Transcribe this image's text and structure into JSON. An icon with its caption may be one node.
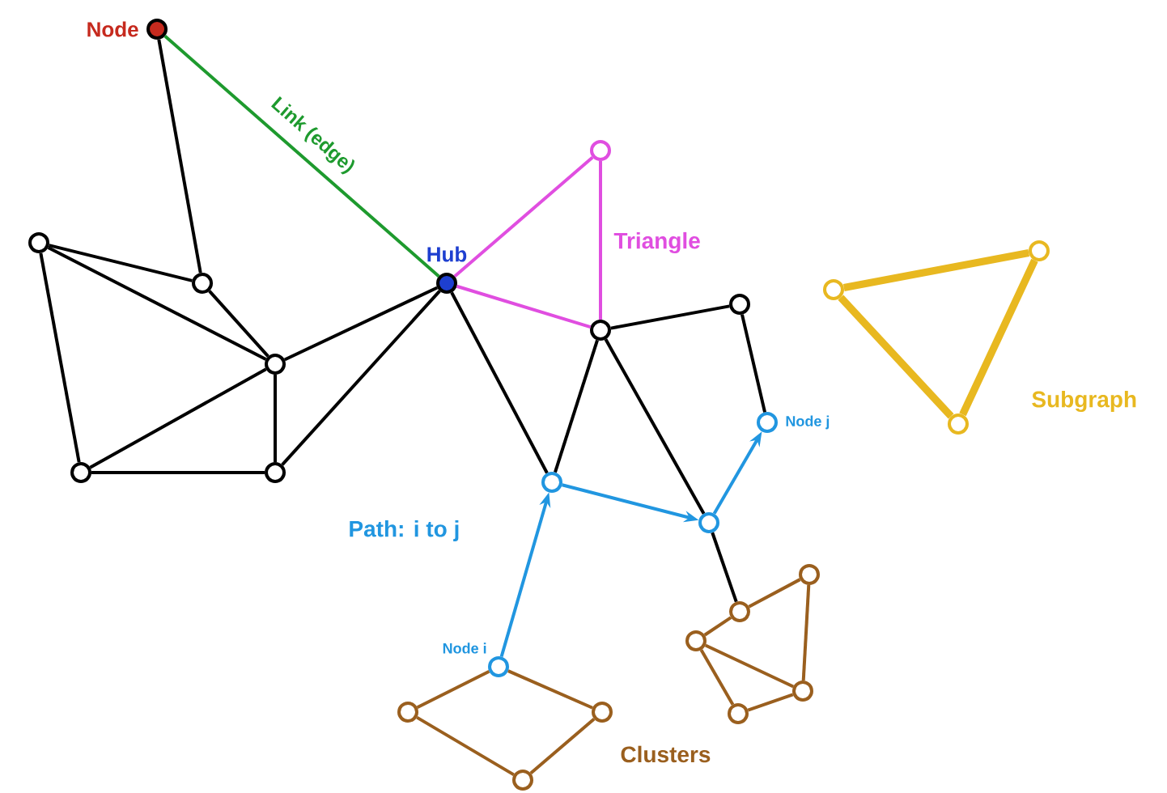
{
  "diagram": {
    "nodes": [
      {
        "text": [],
        "shape": "circle",
        "beside": [
          "Node"
        ]
      },
      {
        "text": [],
        "shape": "circle"
      },
      {
        "text": [],
        "shape": "circle"
      },
      {
        "text": [],
        "shape": "circle"
      },
      {
        "text": [],
        "shape": "circle"
      },
      {
        "text": [],
        "shape": "circle"
      },
      {
        "text": [],
        "shape": "circle",
        "beside": [
          "Hub"
        ]
      },
      {
        "text": [],
        "shape": "circle"
      },
      {
        "text": [],
        "shape": "circle"
      },
      {
        "text": [],
        "shape": "circle"
      },
      {
        "text": [],
        "shape": "circle"
      },
      {
        "text": [],
        "shape": "circle"
      },
      {
        "text": [],
        "shape": "circle",
        "beside": [
          "Node j"
        ]
      },
      {
        "text": [],
        "shape": "circle",
        "beside": [
          "Node i"
        ]
      },
      {
        "text": [],
        "shape": "circle"
      },
      {
        "text": [],
        "shape": "circle"
      },
      {
        "text": [],
        "shape": "circle"
      },
      {
        "text": [],
        "shape": "circle"
      },
      {
        "text": [],
        "shape": "circle"
      },
      {
        "text": [],
        "shape": "circle"
      },
      {
        "text": [],
        "shape": "circle"
      },
      {
        "text": [],
        "shape": "circle"
      },
      {
        "text": [],
        "shape": "circle"
      },
      {
        "text": [],
        "shape": "circle"
      },
      {
        "text": [],
        "shape": "circle"
      }
    ],
    "edges": [
      {
        "from": 0,
        "to": 6,
        "arrow": "none",
        "color": "#1e9a2e",
        "label": "Link (edge)"
      },
      {
        "from": 0,
        "to": 2,
        "arrow": "none"
      },
      {
        "from": 1,
        "to": 2,
        "arrow": "none"
      },
      {
        "from": 1,
        "to": 3,
        "arrow": "none"
      },
      {
        "from": 1,
        "to": 4,
        "arrow": "none"
      },
      {
        "from": 2,
        "to": 3,
        "arrow": "none"
      },
      {
        "from": 3,
        "to": 4,
        "arrow": "none"
      },
      {
        "from": 3,
        "to": 5,
        "arrow": "none"
      },
      {
        "from": 3,
        "to": 6,
        "arrow": "none"
      },
      {
        "from": 4,
        "to": 5,
        "arrow": "none"
      },
      {
        "from": 5,
        "to": 6,
        "arrow": "none"
      },
      {
        "from": 6,
        "to": 10,
        "arrow": "none"
      },
      {
        "from": 6,
        "to": 7,
        "arrow": "none",
        "color": "#e04ee0"
      },
      {
        "from": 7,
        "to": 8,
        "arrow": "none",
        "color": "#e04ee0"
      },
      {
        "from": 6,
        "to": 8,
        "arrow": "none",
        "color": "#e04ee0"
      },
      {
        "from": 8,
        "to": 9,
        "arrow": "none"
      },
      {
        "from": 8,
        "to": 10,
        "arrow": "none"
      },
      {
        "from": 8,
        "to": 11,
        "arrow": "none"
      },
      {
        "from": 11,
        "to": 17,
        "arrow": "none"
      },
      {
        "from": 9,
        "to": 12,
        "arrow": "none"
      },
      {
        "from": 13,
        "to": 10,
        "arrow": "to",
        "color": "#2196e0"
      },
      {
        "from": 10,
        "to": 11,
        "arrow": "to",
        "color": "#2196e0"
      },
      {
        "from": 11,
        "to": 12,
        "arrow": "to",
        "color": "#2196e0"
      },
      {
        "from": 13,
        "to": 14,
        "arrow": "none",
        "color": "#9a5f1e"
      },
      {
        "from": 13,
        "to": 15,
        "arrow": "none",
        "color": "#9a5f1e"
      },
      {
        "from": 14,
        "to": 16,
        "arrow": "none",
        "color": "#9a5f1e"
      },
      {
        "from": 15,
        "to": 16,
        "arrow": "none",
        "color": "#9a5f1e"
      },
      {
        "from": 17,
        "to": 18,
        "arrow": "none",
        "color": "#9a5f1e"
      },
      {
        "from": 17,
        "to": 19,
        "arrow": "none",
        "color": "#9a5f1e"
      },
      {
        "from": 19,
        "to": 20,
        "arrow": "none",
        "color": "#9a5f1e"
      },
      {
        "from": 18,
        "to": 20,
        "arrow": "none",
        "color": "#9a5f1e"
      },
      {
        "from": 18,
        "to": 21,
        "arrow": "none",
        "color": "#9a5f1e"
      },
      {
        "from": 21,
        "to": 20,
        "arrow": "none",
        "color": "#9a5f1e"
      },
      {
        "from": 22,
        "to": 23,
        "arrow": "none",
        "color": "#e8b820",
        "style": "thick"
      },
      {
        "from": 23,
        "to": 24,
        "arrow": "none",
        "color": "#e8b820",
        "style": "thick"
      },
      {
        "from": 24,
        "to": 22,
        "arrow": "none",
        "color": "#e8b820",
        "style": "thick"
      }
    ],
    "labels": [
      "Triangle",
      "Subgraph",
      "Path: i to j",
      "Clusters"
    ]
  }
}
